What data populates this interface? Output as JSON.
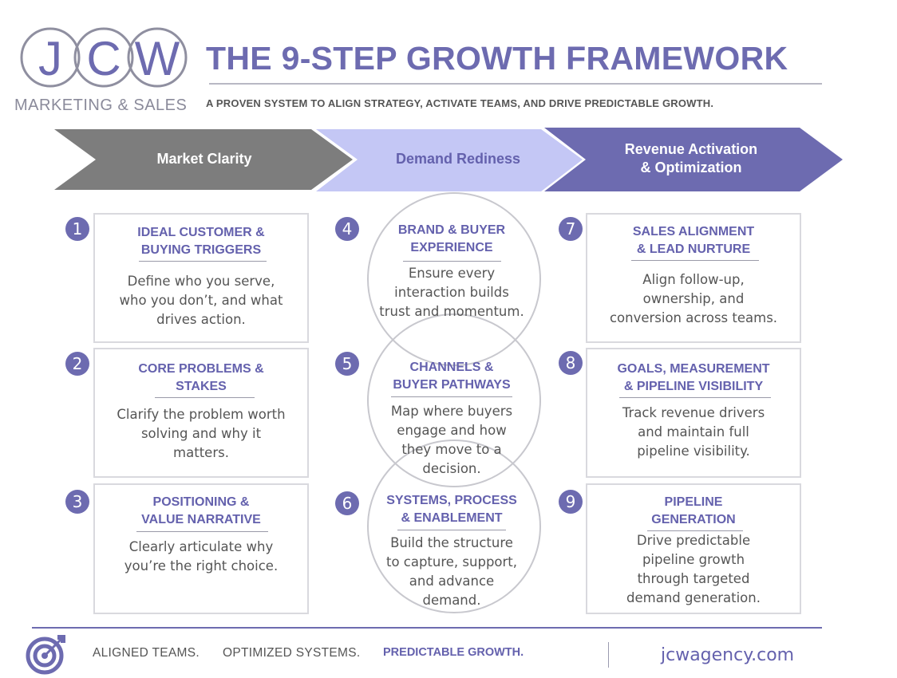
{
  "logo": {
    "letters": [
      "J",
      "C",
      "W"
    ],
    "subtitle": "MARKETING & SALES"
  },
  "header": {
    "title": "THE 9-STEP GROWTH FRAMEWORK",
    "subtitle": "A PROVEN SYSTEM TO ALIGN STRATEGY, ACTIVATE TEAMS, AND DRIVE PREDICTABLE GROWTH."
  },
  "phases": [
    {
      "label": "Market Clarity",
      "color": "#7d7d7d",
      "text_color": "#ffffff"
    },
    {
      "label": "Demand Rediness",
      "color": "#c4c7f5",
      "text_color": "#6461ad"
    },
    {
      "label_line1": "Revenue Activation",
      "label_line2": "& Optimization",
      "color": "#6d6bb0",
      "text_color": "#ffffff"
    }
  ],
  "steps": [
    {
      "num": "1",
      "title1": "IDEAL CUSTOMER &",
      "title2": "BUYING TRIGGERS",
      "desc": [
        "Define who you serve,",
        "who you don’t, and what",
        "drives action."
      ]
    },
    {
      "num": "2",
      "title1": "CORE PROBLEMS &",
      "title2": "STAKES",
      "desc": [
        "Clarify the problem worth",
        "solving and why it",
        "matters."
      ]
    },
    {
      "num": "3",
      "title1": "POSITIONING &",
      "title2": "VALUE NARRATIVE",
      "desc": [
        "Clearly articulate why",
        "you’re the right choice."
      ]
    },
    {
      "num": "4",
      "title1": "BRAND & BUYER",
      "title2": "EXPERIENCE",
      "desc": [
        "Ensure every",
        "interaction builds",
        "trust and momentum."
      ]
    },
    {
      "num": "5",
      "title1": "CHANNELS &",
      "title2": "BUYER PATHWAYS",
      "desc": [
        "Map where buyers",
        "engage and how",
        "they move to a",
        "decision."
      ]
    },
    {
      "num": "6",
      "title1": "SYSTEMS, PROCESS",
      "title2": "& ENABLEMENT",
      "desc": [
        "Build the structure",
        "to capture, support,",
        "and advance",
        "demand."
      ]
    },
    {
      "num": "7",
      "title1": "SALES ALIGNMENT",
      "title2": "& LEAD NURTURE",
      "desc": [
        "Align follow-up,",
        "ownership, and",
        "conversion across teams."
      ]
    },
    {
      "num": "8",
      "title1": "GOALS, MEASUREMENT",
      "title2": "& PIPELINE VISIBILITY",
      "desc": [
        "Track revenue drivers",
        "and maintain full",
        "pipeline visibility."
      ]
    },
    {
      "num": "9",
      "title1": "PIPELINE",
      "title2": "GENERATION",
      "desc": [
        "Drive predictable",
        "pipeline  growth",
        "through targeted",
        "demand generation."
      ]
    }
  ],
  "footer": {
    "tag1": "ALIGNED TEAMS.",
    "tag2": "OPTIMIZED SYSTEMS.",
    "tag3": "PREDICTABLE GROWTH.",
    "url": "jcwagency.com"
  },
  "colors": {
    "accent": "#6d6bb0",
    "accent_light": "#c4c7f5",
    "gray": "#7d7d7d"
  }
}
